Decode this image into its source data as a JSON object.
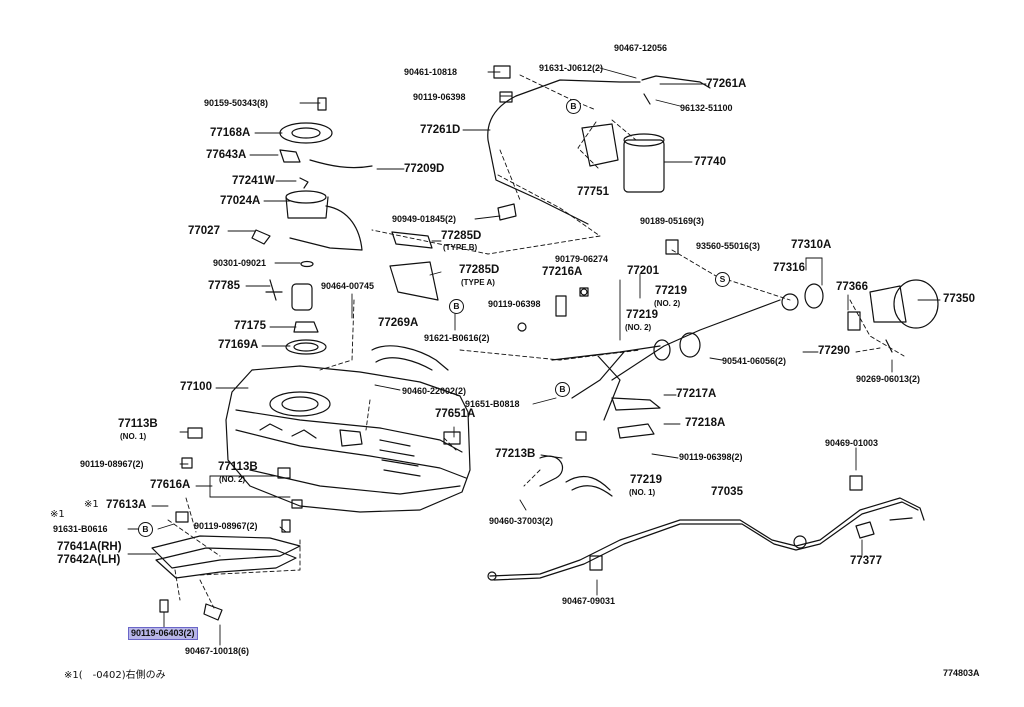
{
  "diagram_code": "774803A",
  "footnote": "※1(　-0402)右側のみ",
  "ref_mark_b": "B",
  "ref_mark_s": "S",
  "highlight_color": "#b8b6e8",
  "parts": {
    "p90467_12056": "90467-12056",
    "p90461_10818": "90461-10818",
    "p91631_J0612": "91631-J0612(2)",
    "p77261A": "77261A",
    "p90119_06398_top": "90119-06398",
    "p96132_51100": "96132-51100",
    "p90159_50343": "90159-50343(8)",
    "p77261D": "77261D",
    "p77168A": "77168A",
    "p77740": "77740",
    "p77643A": "77643A",
    "p77209D": "77209D",
    "p77241W": "77241W",
    "p77751": "77751",
    "p77024A": "77024A",
    "p90949_01845": "90949-01845(2)",
    "p90189_05169": "90189-05169(3)",
    "p77027": "77027",
    "p77285D_b": "77285D",
    "type_b": "(TYPE B)",
    "p90301_09021": "90301-09021",
    "p90179_06274": "90179-06274",
    "p93560_55016": "93560-55016(3)",
    "p77310A": "77310A",
    "p77285D_a": "77285D",
    "type_a": "(TYPE A)",
    "p77216A": "77216A",
    "p77201": "77201",
    "p77316": "77316",
    "p77785": "77785",
    "p90464_00745": "90464-00745",
    "p77219_top": "77219",
    "no2_top": "(NO. 2)",
    "p77366": "77366",
    "p77350": "77350",
    "p90119_06398_mid": "90119-06398",
    "p77175": "77175",
    "p77269A": "77269A",
    "p77219_mid": "77219",
    "no2_mid": "(NO. 2)",
    "p91621_B0616": "91621-B0616(2)",
    "p77169A": "77169A",
    "p77290": "77290",
    "p90541_06056": "90541-06056(2)",
    "p90269_06013": "90269-06013(2)",
    "p77100": "77100",
    "p90460_22002": "90460-22002(2)",
    "p77217A": "77217A",
    "p91651_B0818": "91651-B0818",
    "p77651A": "77651A",
    "p77218A": "77218A",
    "p77113B_1": "77113B",
    "no1": "(NO. 1)",
    "p77213B": "77213B",
    "p90119_06398_low": "90119-06398(2)",
    "p90469_01003": "90469-01003",
    "p90119_08967_l": "90119-08967(2)",
    "p77113B_2": "77113B",
    "no2_low": "(NO. 2)",
    "p77219_low": "77219",
    "no1_low": "(NO. 1)",
    "p77616A": "77616A",
    "p77035": "77035",
    "p77613A": "77613A",
    "p90460_37003": "90460-37003(2)",
    "p91631_B0616": "91631-B0616",
    "p90119_08967_r": "90119-08967(2)",
    "p77641A": "77641A(RH)",
    "p77642A": "77642A(LH)",
    "p77377": "77377",
    "p90467_09031": "90467-09031",
    "p90119_06403": "90119-06403(2)",
    "p90467_10018": "90467-10018(6)"
  }
}
